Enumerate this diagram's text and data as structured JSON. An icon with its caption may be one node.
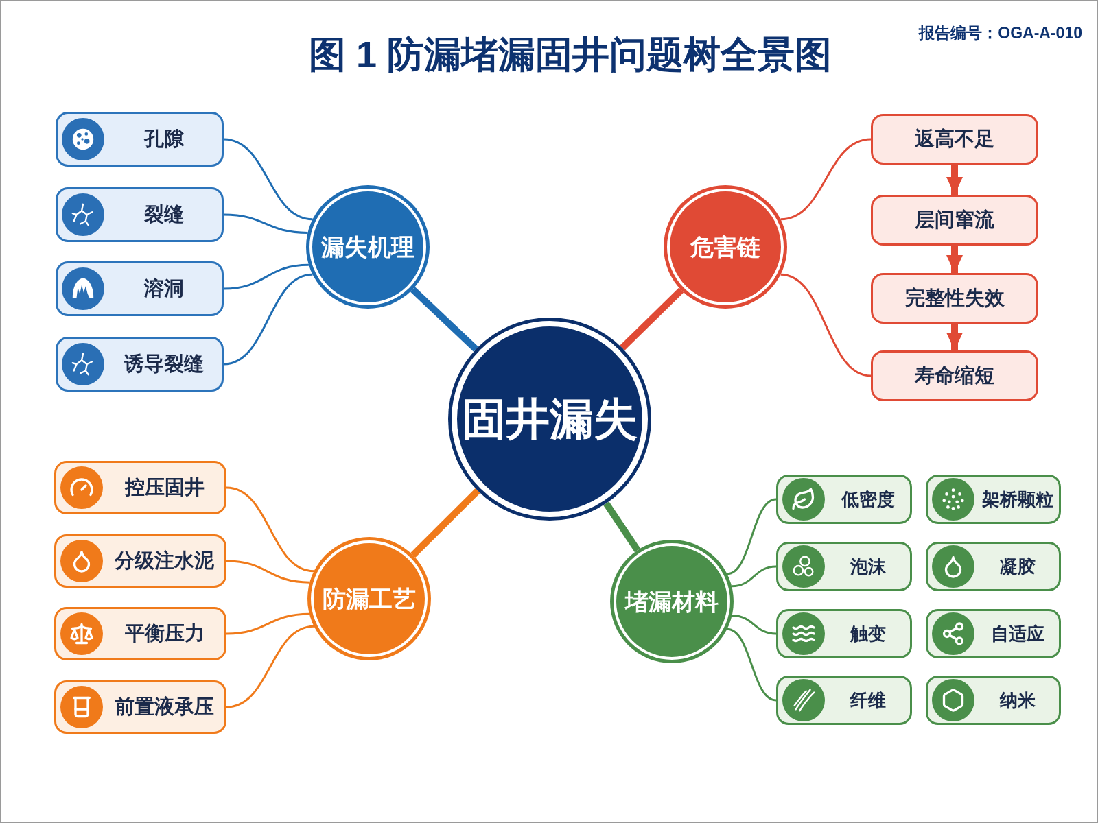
{
  "diagram": {
    "title": "图 1 防漏堵漏固井问题树全景图",
    "nodes": [
      {
        "text": [
          "固井漏失"
        ]
      },
      {
        "text": [
          "漏失机理"
        ]
      },
      {
        "text": [
          "孔隙"
        ]
      },
      {
        "text": [
          "裂缝"
        ]
      },
      {
        "text": [
          "溶洞"
        ]
      },
      {
        "text": [
          "诱导裂缝"
        ]
      },
      {
        "text": [
          "危害链"
        ]
      },
      {
        "text": [
          "返高不足"
        ]
      },
      {
        "text": [
          "层间窜流"
        ]
      },
      {
        "text": [
          "完整性失效"
        ]
      },
      {
        "text": [
          "寿命缩短"
        ]
      },
      {
        "text": [
          "防漏工艺"
        ]
      },
      {
        "text": [
          "控压固井"
        ]
      },
      {
        "text": [
          "分级注水泥"
        ]
      },
      {
        "text": [
          "平衡压力"
        ]
      },
      {
        "text": [
          "前置液承压"
        ]
      },
      {
        "text": [
          "堵漏材料"
        ]
      },
      {
        "text": [
          "低密度"
        ]
      },
      {
        "text": [
          "架桥颗粒"
        ]
      },
      {
        "text": [
          "泡沫"
        ]
      },
      {
        "text": [
          "凝胶"
        ]
      },
      {
        "text": [
          "触变"
        ]
      },
      {
        "text": [
          "自适应"
        ]
      },
      {
        "text": [
          "纤维"
        ]
      },
      {
        "text": [
          "纳米"
        ]
      }
    ],
    "edges": [
      {
        "from": 0,
        "to": 1,
        "arrow": "none",
        "style": "thick",
        "color": "#1f6db3"
      },
      {
        "from": 0,
        "to": 6,
        "arrow": "none",
        "style": "thick",
        "color": "#e04a35"
      },
      {
        "from": 0,
        "to": 11,
        "arrow": "none",
        "style": "thick",
        "color": "#f07a1a"
      },
      {
        "from": 0,
        "to": 16,
        "arrow": "none",
        "style": "thick",
        "color": "#4a8f4a"
      },
      {
        "from": 1,
        "to": 2,
        "arrow": "none",
        "color": "#1f6db3"
      },
      {
        "from": 1,
        "to": 3,
        "arrow": "none",
        "color": "#1f6db3"
      },
      {
        "from": 1,
        "to": 4,
        "arrow": "none",
        "color": "#1f6db3"
      },
      {
        "from": 1,
        "to": 5,
        "arrow": "none",
        "color": "#1f6db3"
      },
      {
        "from": 6,
        "to": 7,
        "arrow": "none",
        "color": "#e04a35"
      },
      {
        "from": 6,
        "to": 10,
        "arrow": "none",
        "color": "#e04a35"
      },
      {
        "from": 7,
        "to": 8,
        "arrow": "to",
        "style": "thick",
        "color": "#e04a35"
      },
      {
        "from": 8,
        "to": 9,
        "arrow": "to",
        "style": "thick",
        "color": "#e04a35"
      },
      {
        "from": 9,
        "to": 10,
        "arrow": "to",
        "style": "thick",
        "color": "#e04a35"
      },
      {
        "from": 11,
        "to": 12,
        "arrow": "none",
        "color": "#f07a1a"
      },
      {
        "from": 11,
        "to": 13,
        "arrow": "none",
        "color": "#f07a1a"
      },
      {
        "from": 11,
        "to": 14,
        "arrow": "none",
        "color": "#f07a1a"
      },
      {
        "from": 11,
        "to": 15,
        "arrow": "none",
        "color": "#f07a1a"
      },
      {
        "from": 16,
        "to": 17,
        "arrow": "none",
        "color": "#4a8f4a"
      },
      {
        "from": 16,
        "to": 19,
        "arrow": "none",
        "color": "#4a8f4a"
      },
      {
        "from": 16,
        "to": 21,
        "arrow": "none",
        "color": "#4a8f4a"
      },
      {
        "from": 16,
        "to": 23,
        "arrow": "none",
        "color": "#4a8f4a"
      }
    ],
    "labels": [
      "报告编号：OGA-A-010"
    ]
  }
}
